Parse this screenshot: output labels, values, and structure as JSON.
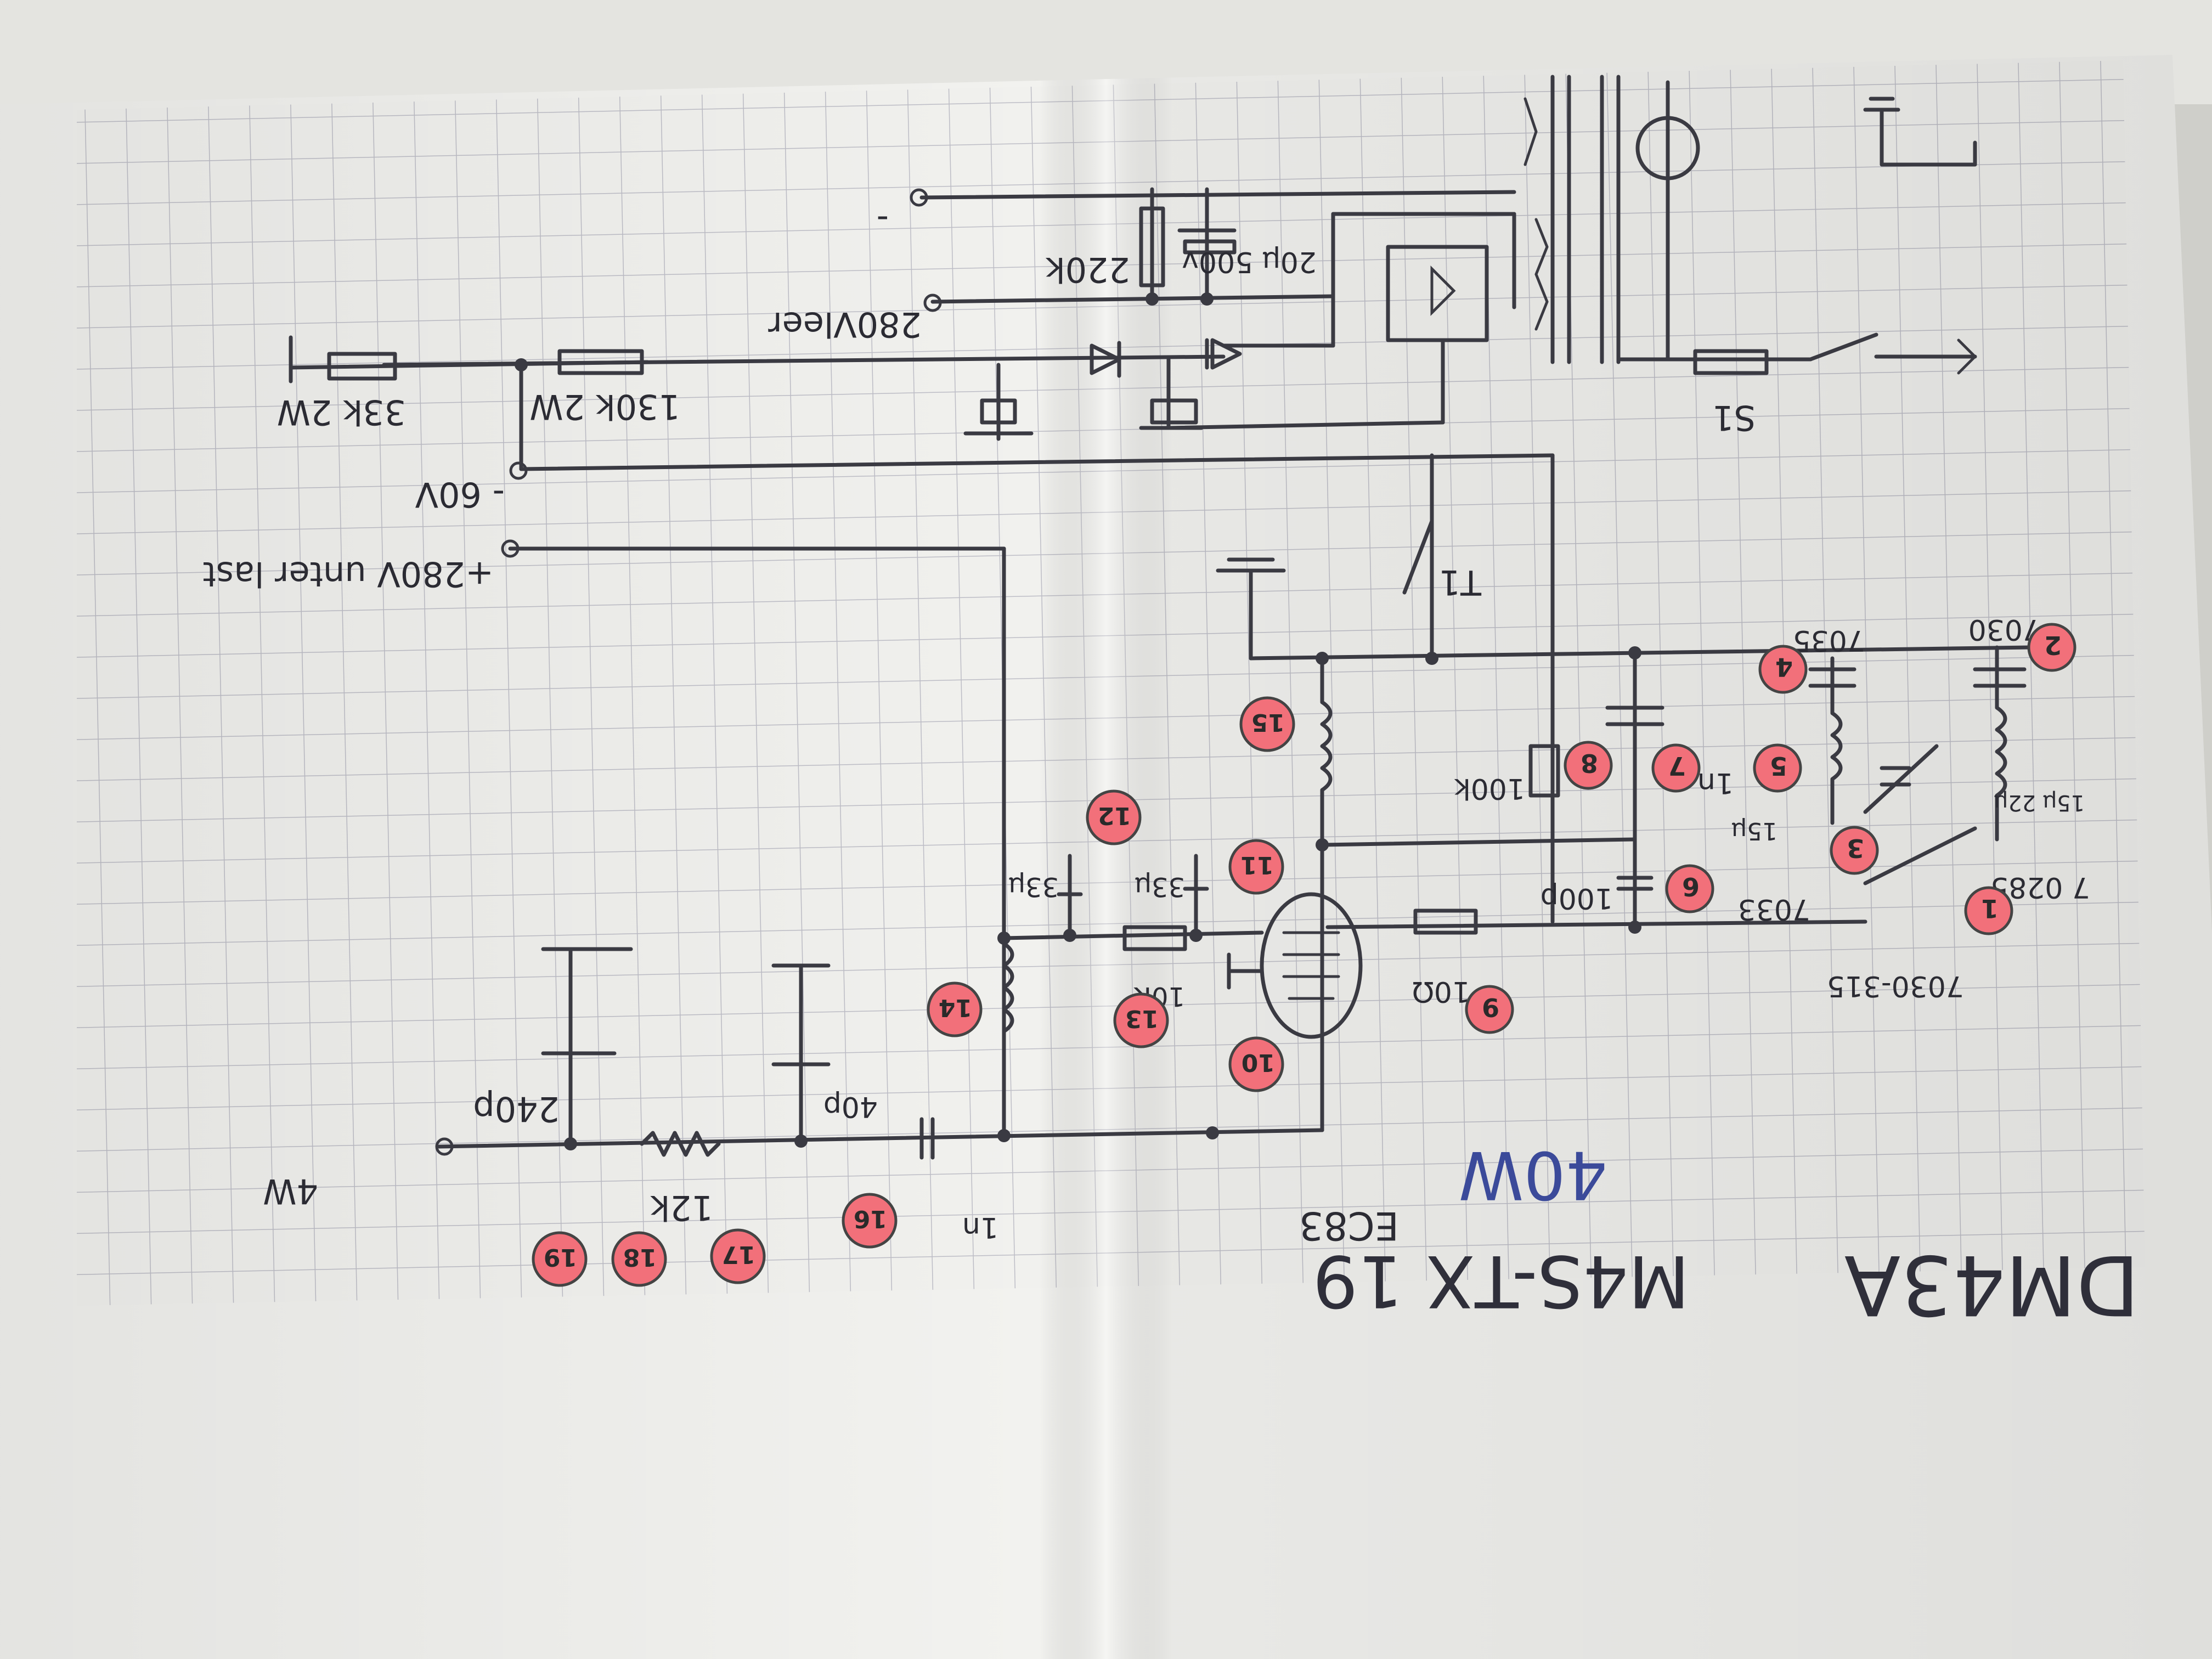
{
  "labels": {
    "title": "DM43A",
    "subtitle": "M4S-TX 19",
    "tube": "EC83",
    "power": "40W",
    "out_60v": "- 60V",
    "out_280v_lect": "280Vleer",
    "out_280v_unter": "+280V unter last",
    "r_33k": "33k 2W",
    "r_130k": "130k 2W",
    "r_220k": "220k",
    "c_20u": "20µ 500v",
    "s1": "S1",
    "t1": "T1",
    "f_035": "7035",
    "f_030": "7030",
    "f_033": "7033",
    "f_0285": "7 0285",
    "f_range": "7030-315",
    "r_100k": "100k",
    "c_1n": "1n",
    "c_100p": "100p",
    "r_10r": "10Ω",
    "r_10k": "10K",
    "l_33u_a": "33µ",
    "l_33u_b": "33µ",
    "l_15u": "15µ",
    "l_15u_22u": "15µ 22µ",
    "c_240p": "240p",
    "c_40p": "40p",
    "r_12k": "12k",
    "c_1n_out": "1n",
    "out_4w": "4W",
    "minus": "-"
  },
  "badges": [
    "1",
    "2",
    "3",
    "4",
    "5",
    "6",
    "7",
    "8",
    "9",
    "10",
    "11",
    "12",
    "13",
    "14",
    "15",
    "16",
    "17",
    "18",
    "19"
  ],
  "colors": {
    "paper": "#f1f1ee",
    "grid": "#bdbdc6",
    "ink": "#3a3a42",
    "badge": "#f2707a",
    "pen_blue": "#3b4a9a"
  }
}
